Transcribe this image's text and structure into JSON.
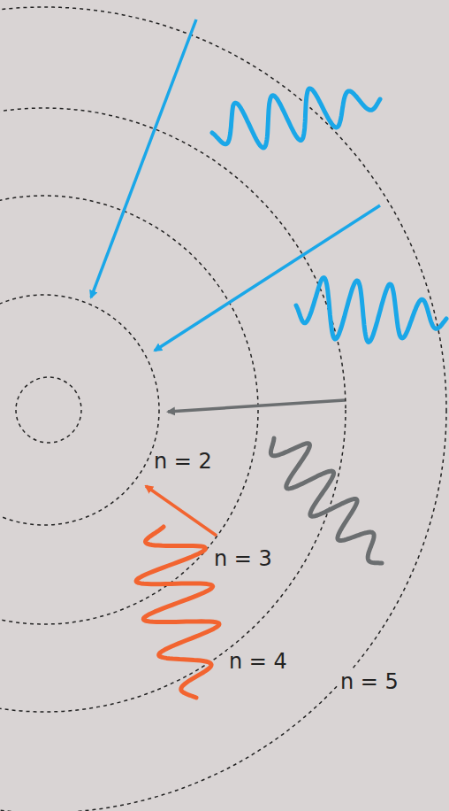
{
  "diagram": {
    "labels": [
      "n = 2",
      "n = 3",
      "n = 4",
      "n = 5"
    ]
  }
}
